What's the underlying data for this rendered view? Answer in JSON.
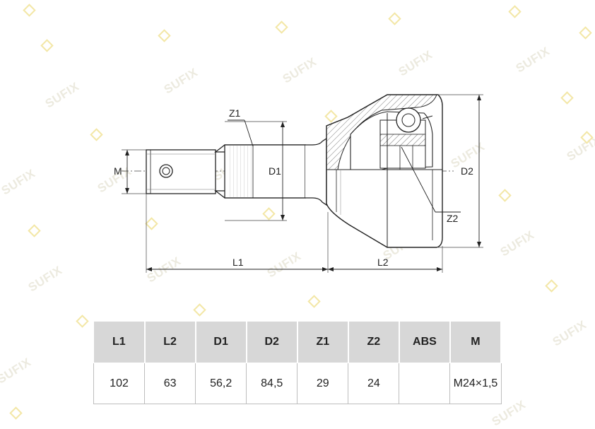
{
  "watermark": {
    "text": "SUFIX"
  },
  "drawing": {
    "labels": {
      "m": "M",
      "d1": "D1",
      "d2": "D2",
      "z1": "Z1",
      "z2": "Z2",
      "l1": "L1",
      "l2": "L2"
    }
  },
  "specs": {
    "headers": [
      "L1",
      "L2",
      "D1",
      "D2",
      "Z1",
      "Z2",
      "ABS",
      "M"
    ],
    "values": [
      "102",
      "63",
      "56,2",
      "84,5",
      "29",
      "24",
      "",
      "M24×1,5"
    ]
  }
}
